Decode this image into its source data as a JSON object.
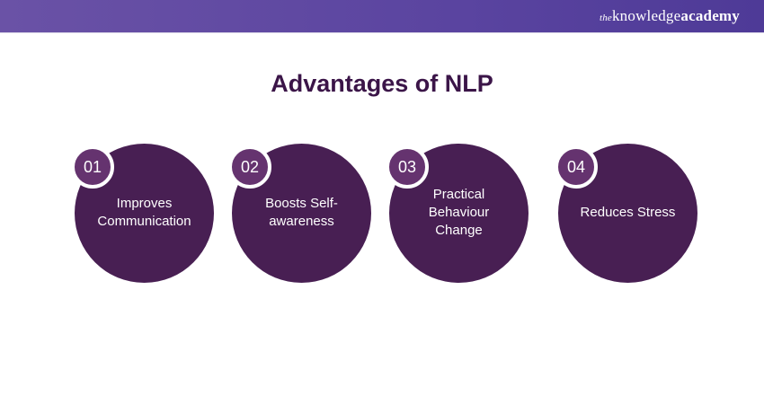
{
  "header": {
    "logo_the": "the",
    "logo_knowledge": "knowledge",
    "logo_academy": "academy"
  },
  "title": "Advantages of NLP",
  "colors": {
    "header_bg": "#5a44a0",
    "title": "#3b1548",
    "circle": "#481f53",
    "badge": "#65336f"
  },
  "items": [
    {
      "number": "01",
      "label": "Improves Communication"
    },
    {
      "number": "02",
      "label": "Boosts Self-awareness"
    },
    {
      "number": "03",
      "label": "Practical Behaviour Change"
    },
    {
      "number": "04",
      "label": "Reduces Stress"
    }
  ]
}
